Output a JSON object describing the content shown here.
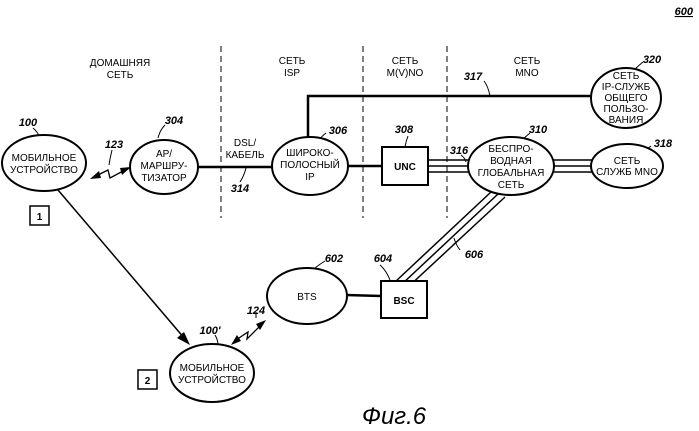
{
  "figure_number": "600",
  "caption": "Фиг.6",
  "regions": [
    {
      "line1": "ДОМАШНЯЯ",
      "line2": "СЕТЬ"
    },
    {
      "line1": "СЕТЬ",
      "line2": "ISP"
    },
    {
      "line1": "СЕТЬ",
      "line2": "M(V)NO"
    },
    {
      "line1": "СЕТЬ",
      "line2": "MNO"
    }
  ],
  "nodes": {
    "mobile1": {
      "lines": [
        "МОБИЛЬНОЕ",
        "УСТРОЙСТВО"
      ],
      "ref": "100"
    },
    "ap": {
      "lines": [
        "AP/",
        "МАРШРУ-",
        "ТИЗАТОР"
      ],
      "ref": "304"
    },
    "broadband": {
      "lines": [
        "ШИРОКО-",
        "ПОЛОСНЫЙ",
        "IP"
      ],
      "ref": "306"
    },
    "unc": {
      "lines": [
        "UNC"
      ],
      "ref": "308"
    },
    "wireless": {
      "lines": [
        "БЕСПРО-",
        "ВОДНАЯ",
        "ГЛОБАЛЬНАЯ",
        "СЕТЬ"
      ],
      "ref": "310"
    },
    "public_ip": {
      "lines": [
        "СЕТЬ",
        "IP-СЛУЖБ",
        "ОБЩЕГО",
        "ПОЛЬЗО-",
        "ВАНИЯ"
      ],
      "ref": "320"
    },
    "mno_services": {
      "lines": [
        "СЕТЬ",
        "СЛУЖБ MNO"
      ],
      "ref": "318"
    },
    "bts": {
      "lines": [
        "BTS"
      ],
      "ref": "602"
    },
    "bsc": {
      "lines": [
        "BSC"
      ],
      "ref": "604"
    },
    "mobile2": {
      "lines": [
        "МОБИЛЬНОЕ",
        "УСТРОЙСТВО"
      ],
      "ref": "100'"
    }
  },
  "links": {
    "wifi": {
      "ref": "123"
    },
    "cellular": {
      "ref": "124"
    },
    "dsl": {
      "lines": [
        "DSL/",
        "КАБЕЛЬ"
      ],
      "ref": "314"
    },
    "ip_service": {
      "ref": "317"
    },
    "unc_wireless": {
      "ref": "316"
    },
    "bsc_wireless": {
      "ref": "606"
    }
  },
  "positions": {
    "one": "1",
    "two": "2"
  }
}
